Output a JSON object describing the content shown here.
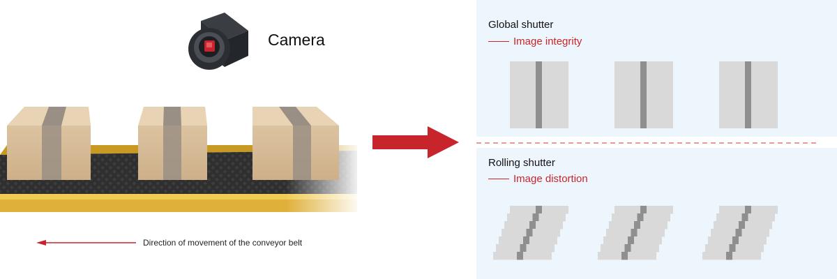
{
  "labels": {
    "camera": "Camera",
    "belt_direction": "Direction of movement of the conveyor belt",
    "global_shutter": "Global shutter",
    "global_result": "Image integrity",
    "rolling_shutter": "Rolling shutter",
    "rolling_result": "Image distortion"
  },
  "colors": {
    "accent_red": "#c8242b",
    "panel_bg": "#eef6fd",
    "box": "#d7bc95",
    "tape": "#978a7e",
    "belt": "#2d2d2d",
    "belt_rail": "#e2b43b",
    "frame": "#d9d9d9",
    "stripe": "#8f8f8f"
  },
  "scene": {
    "box_count": 3,
    "global_frames": 3,
    "rolling_frames": 3,
    "rolling_rows": 7
  }
}
